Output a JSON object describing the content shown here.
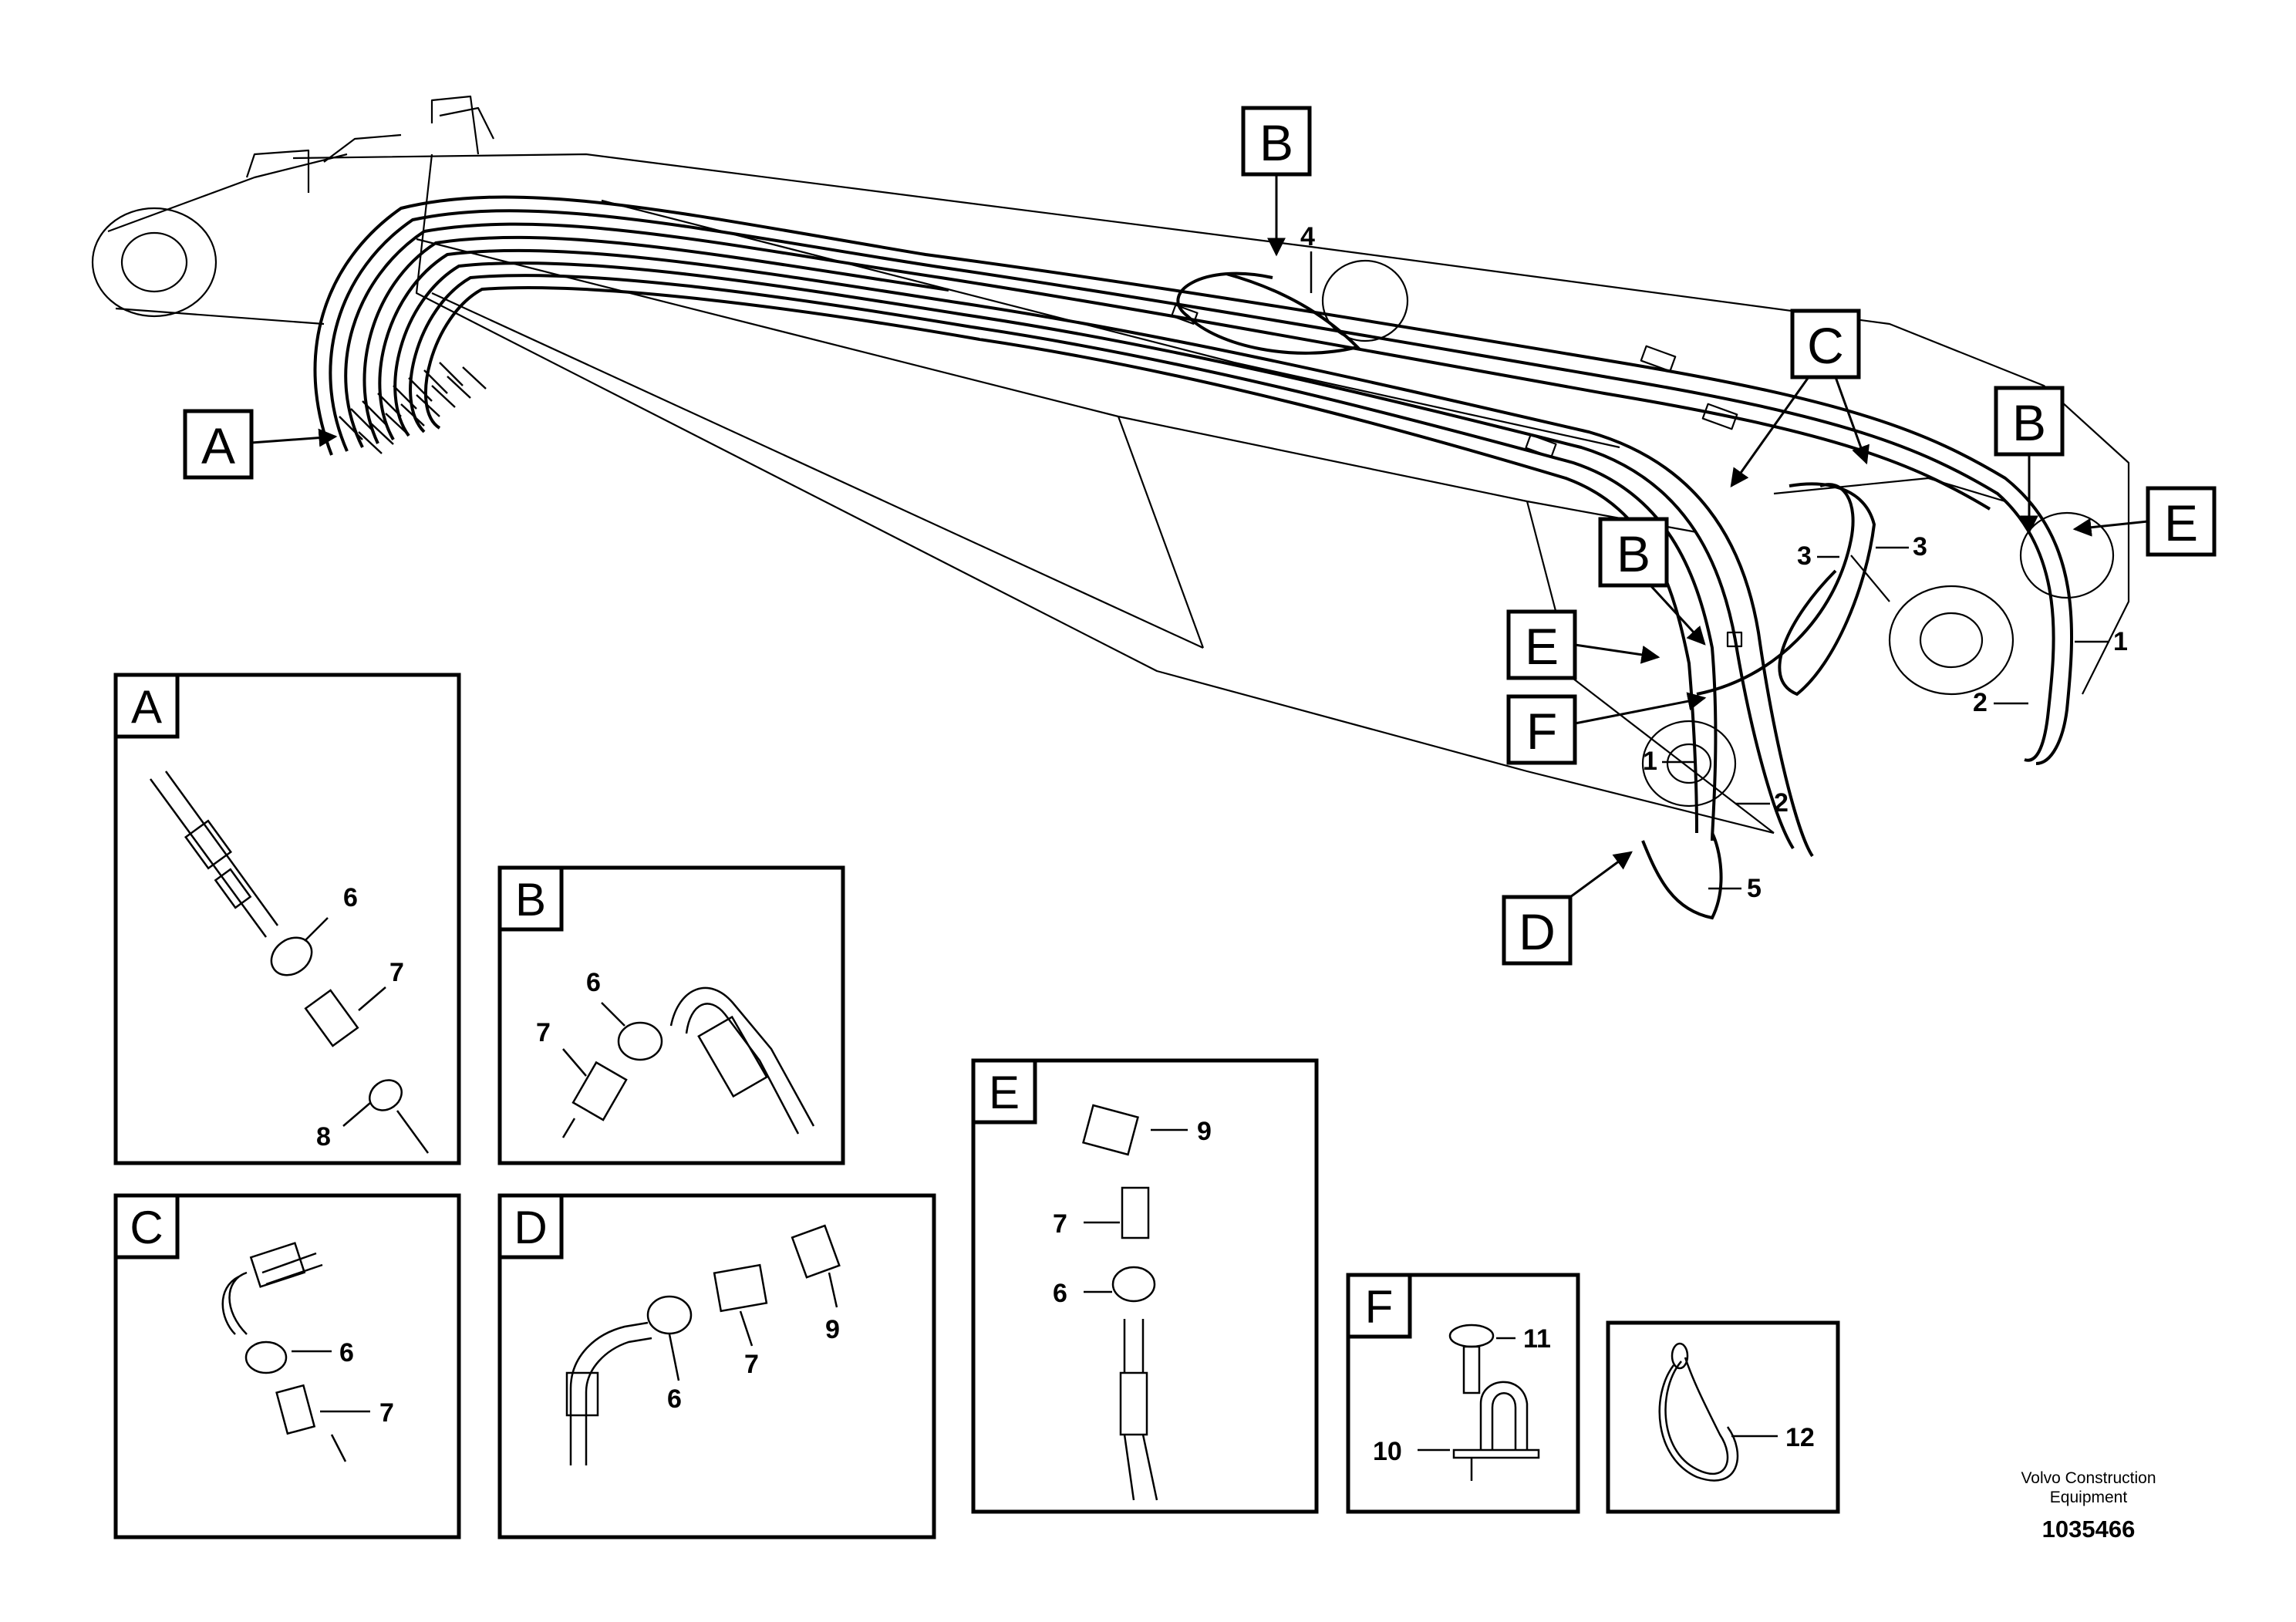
{
  "callouts": {
    "a": "A",
    "b_top": "B",
    "b_mid": "B",
    "b_right": "B",
    "c": "C",
    "d": "D",
    "e_mid": "E",
    "e_right": "E",
    "f": "F"
  },
  "main_labels": {
    "l4": "4",
    "l3a": "3",
    "l3b": "3",
    "l1a": "1",
    "l1b": "1",
    "l2a": "2",
    "l2b": "2",
    "l5": "5"
  },
  "details": {
    "A": {
      "letter": "A",
      "parts": [
        "6",
        "7",
        "8"
      ]
    },
    "B": {
      "letter": "B",
      "parts": [
        "6",
        "7"
      ]
    },
    "C": {
      "letter": "C",
      "parts": [
        "6",
        "7"
      ]
    },
    "D": {
      "letter": "D",
      "parts": [
        "9",
        "7",
        "6"
      ]
    },
    "E": {
      "letter": "E",
      "parts": [
        "9",
        "7",
        "6"
      ]
    },
    "F": {
      "letter": "F",
      "parts": [
        "11",
        "10"
      ]
    },
    "clamp": {
      "parts": [
        "12"
      ]
    }
  },
  "footer": {
    "brand_line1": "Volvo Construction",
    "brand_line2": "Equipment",
    "doc_number": "1035466"
  }
}
